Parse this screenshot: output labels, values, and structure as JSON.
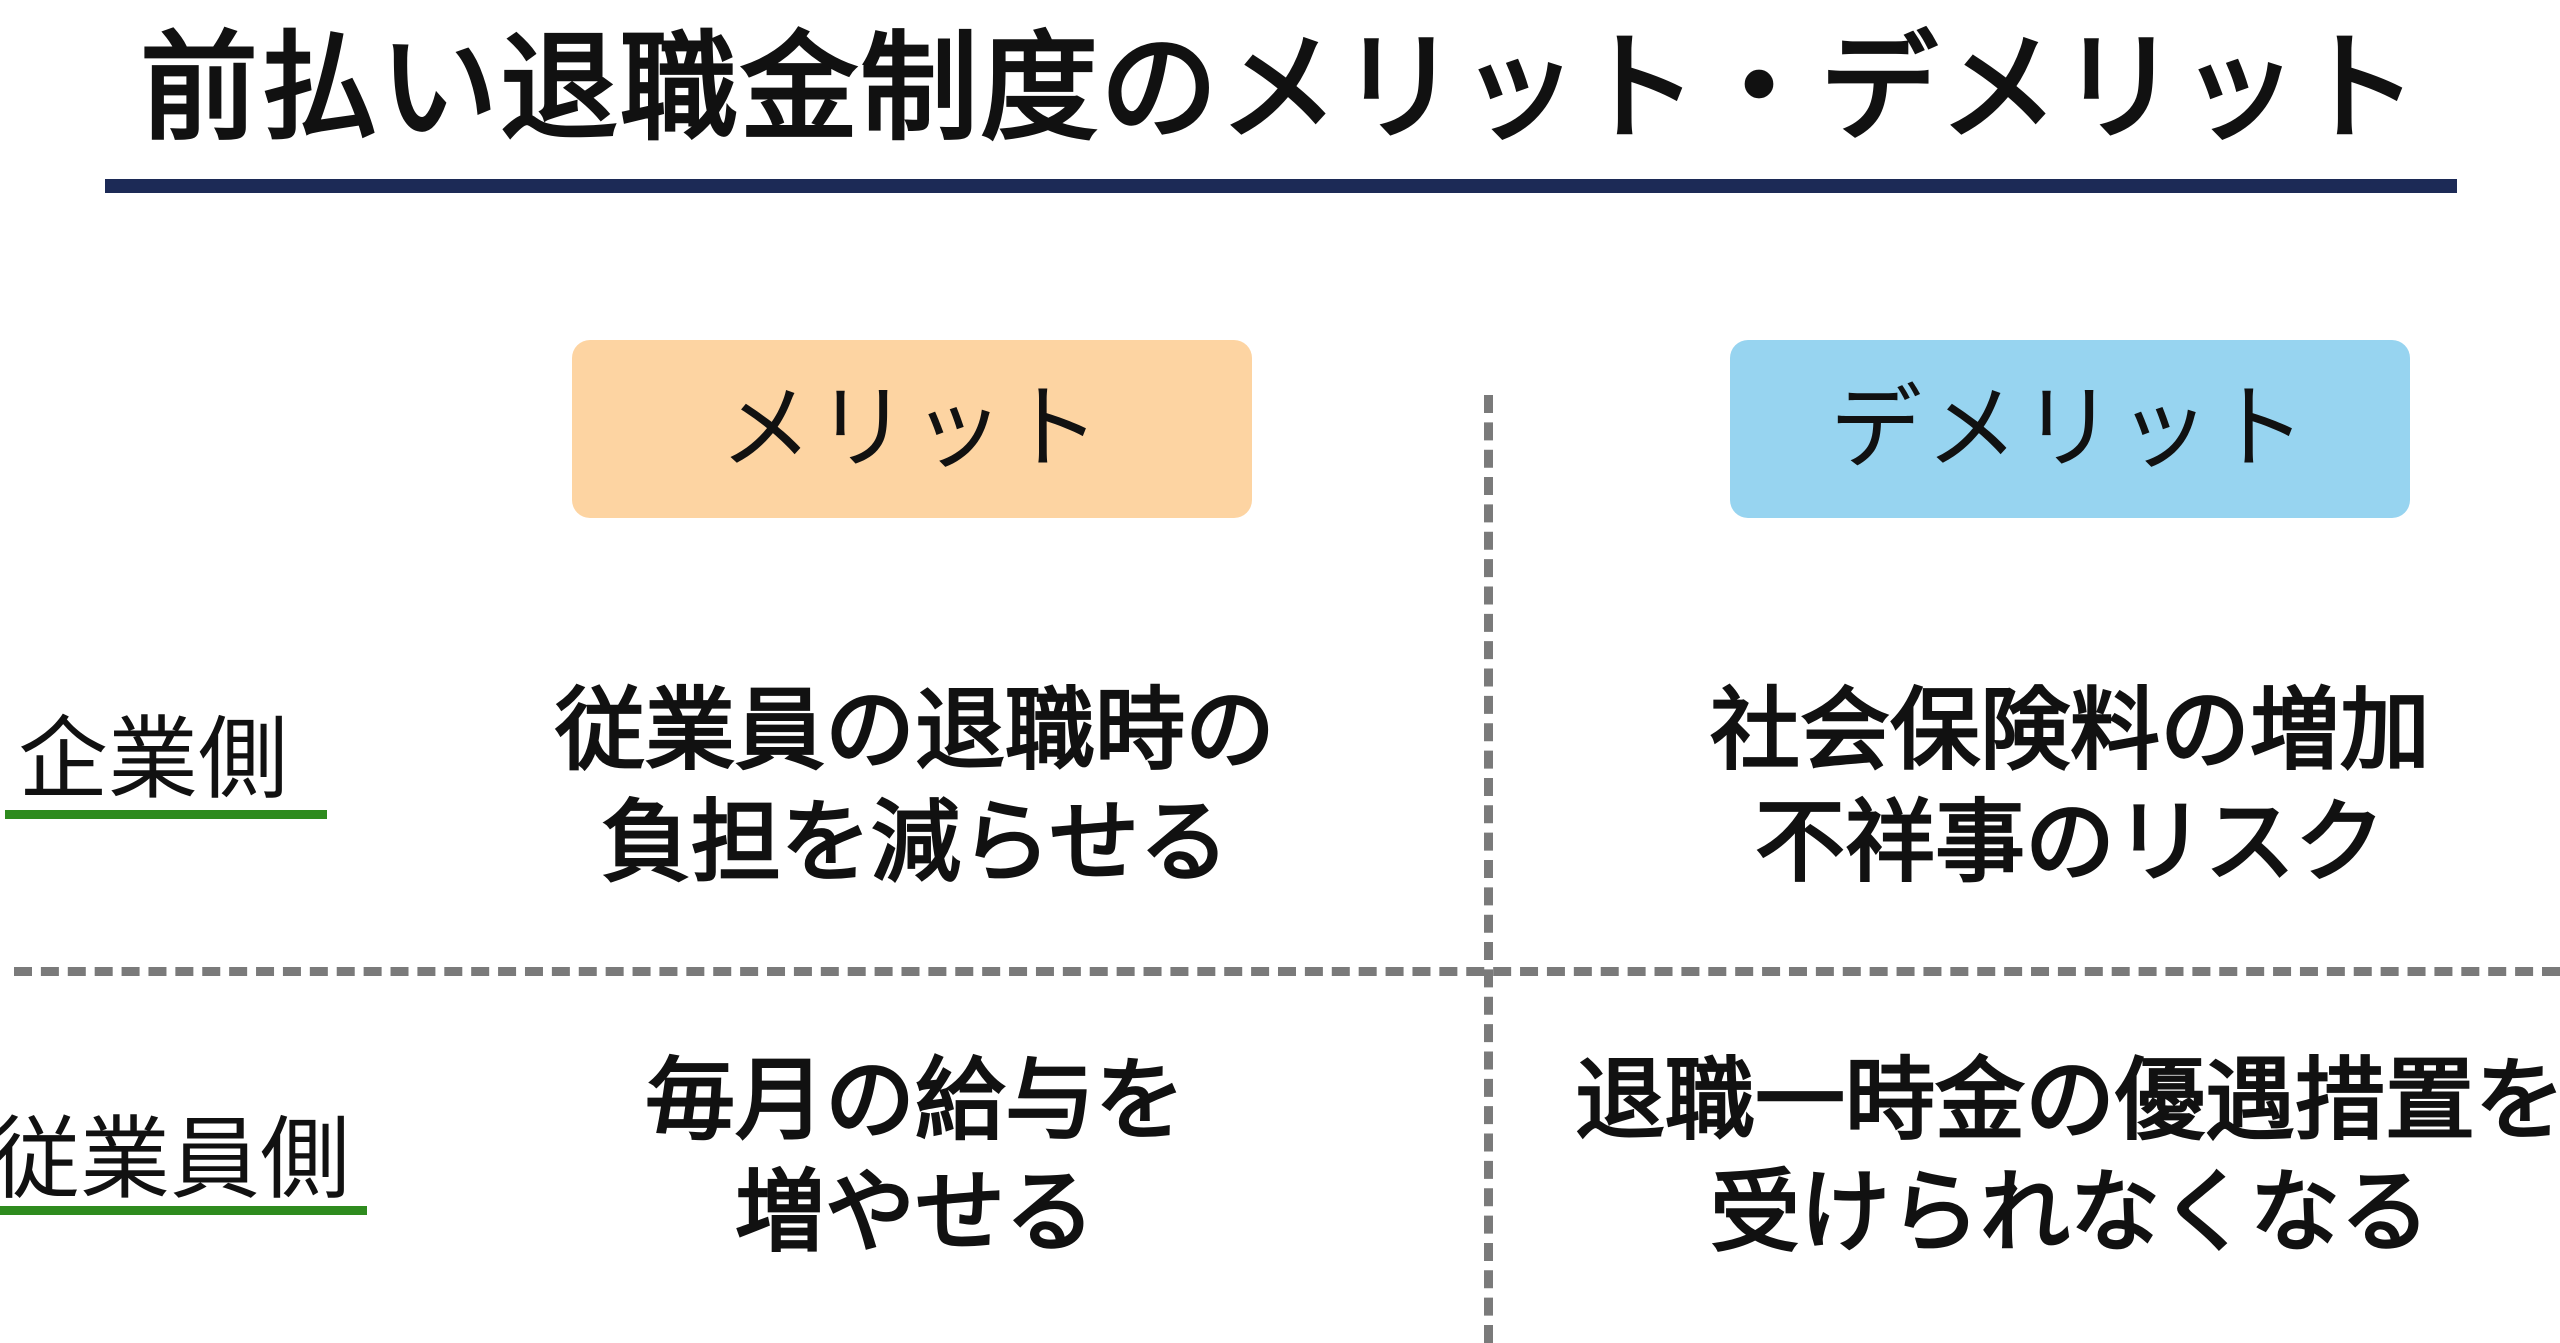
{
  "title": "前払い退職金制度のメリット・デメリット",
  "headers": {
    "merit": "メリット",
    "demerit": "デメリット"
  },
  "rows": {
    "company": {
      "label": "企業側",
      "merit": [
        "従業員の退職時の",
        "負担を減らせる"
      ],
      "demerit": [
        "社会保険料の増加",
        "不祥事のリスク"
      ]
    },
    "employee": {
      "label": "従業員側",
      "merit": [
        "毎月の給与を",
        "増やせる"
      ],
      "demerit": [
        "退職一時金の優遇措置を",
        "受けられなくなる"
      ]
    }
  },
  "colors": {
    "title_rule": "#1c2a56",
    "merit_header_bg": "#fdd4a2",
    "demerit_header_bg": "#97d4f0",
    "label_underline": "#2e8b1e",
    "divider": "#7a7a7a"
  }
}
